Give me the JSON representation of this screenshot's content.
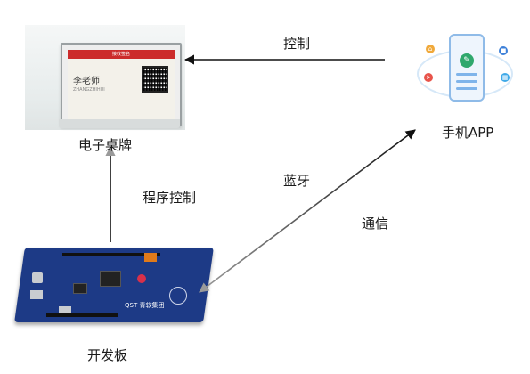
{
  "labels": {
    "desk_sign": "电子桌牌",
    "phone_app": "手机APP",
    "dev_board": "开发板",
    "edge_control": "控制",
    "edge_program_control": "程序控制",
    "edge_bluetooth": "蓝牙",
    "edge_communication": "通信"
  },
  "desk_sign_screen": {
    "header": "接收签名",
    "name": "李老师",
    "sub": "ZHANGZHIHUI"
  },
  "dev_board_logo": "QST 青软集团",
  "colors": {
    "arrow_dark": "#111111",
    "arrow_gray": "#9a9a9a"
  }
}
